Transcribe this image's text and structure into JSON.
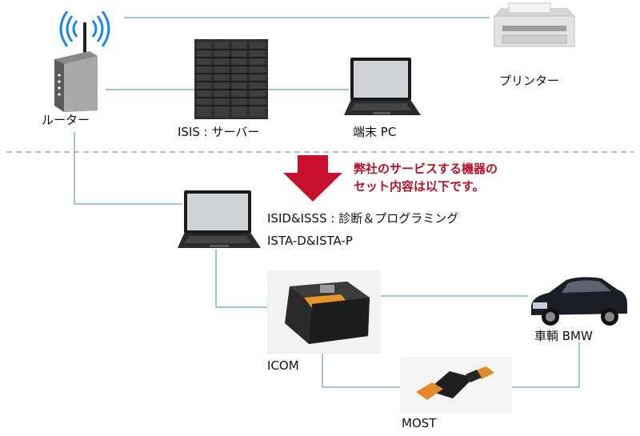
{
  "labels": {
    "router": "ルーター",
    "server": "ISIS : サーバー",
    "terminal": "端末 PC",
    "printer": "プリンター",
    "software_line1": "ISID&ISSS : 診断＆プログラミング",
    "software_line2": "ISTA-D&ISTA-P",
    "icom": "ICOM",
    "car": "車輌 BMW",
    "most": "MOST"
  },
  "note": {
    "line1": "弊社のサービスする機器の",
    "line2": "セット内容は以下です。"
  },
  "colors": {
    "connector": "#3d8fa0",
    "divider": "#b98686",
    "arrow": "#c8102e",
    "note_text": "#b3122a"
  },
  "icons": [
    "wifi-router-icon",
    "server-rack-icon",
    "laptop-icon",
    "printer-icon",
    "icom-device-icon",
    "car-icon",
    "most-cable-icon"
  ]
}
